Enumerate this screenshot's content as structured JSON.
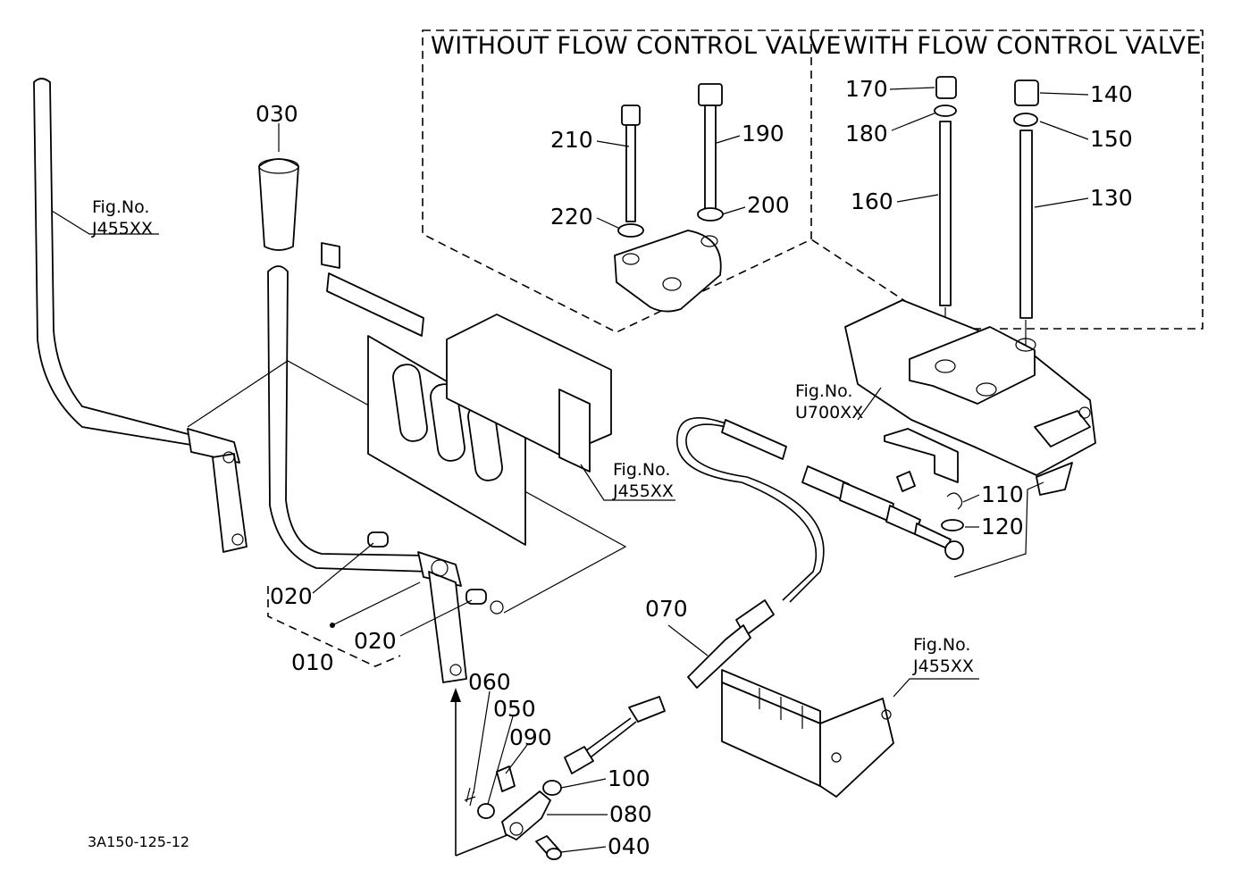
{
  "headers": {
    "without": "WITHOUT  FLOW  CONTROL  VALVE",
    "with": "WITH  FLOW  CONTROL  VALVE"
  },
  "labels": {
    "p010": "010",
    "p020a": "020",
    "p020b": "020",
    "p030": "030",
    "p040": "040",
    "p050": "050",
    "p060": "060",
    "p070": "070",
    "p080": "080",
    "p090": "090",
    "p100": "100",
    "p110": "110",
    "p120": "120",
    "p130": "130",
    "p140": "140",
    "p150": "150",
    "p160": "160",
    "p170": "170",
    "p180": "180",
    "p190": "190",
    "p200": "200",
    "p210": "210",
    "p220": "220"
  },
  "figrefs": {
    "fig1": {
      "title": "Fig.No.",
      "code": "J455XX"
    },
    "fig2": {
      "title": "Fig.No.",
      "code": "J455XX"
    },
    "fig3": {
      "title": "Fig.No.",
      "code": "U700XX"
    },
    "fig4": {
      "title": "Fig.No.",
      "code": "J455XX"
    }
  },
  "diagram_code": "3A150-125-12"
}
